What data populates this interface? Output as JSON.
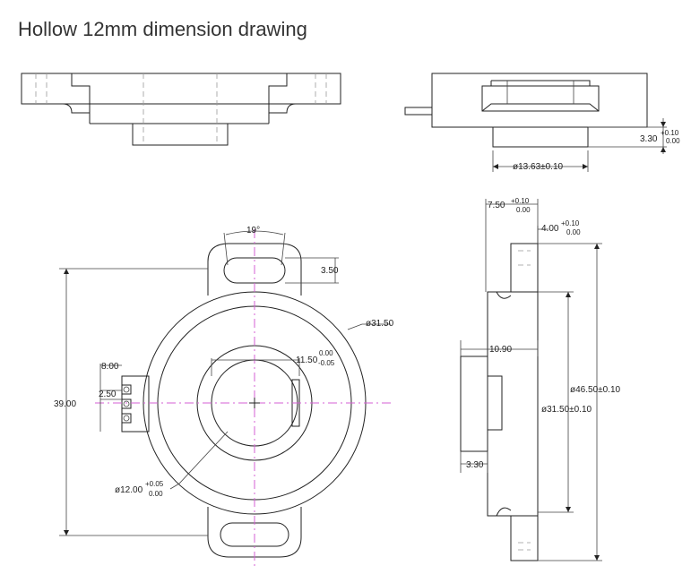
{
  "title": "Hollow 12mm dimension drawing",
  "dimensions": {
    "side_height": "3.30",
    "side_height_tol_upper": "+0.10",
    "side_height_tol_lower": "0.00",
    "bore_top": "ø13.63±0.10",
    "angle": "19°",
    "slot_offset": "3.50",
    "ring_diameter": "ø31.50",
    "inner_width": "11.50",
    "inner_width_tol_upper": "0.00",
    "inner_width_tol_lower": "-0.05",
    "connector_width": "8.00",
    "pin_pitch": "2.50",
    "overall_height": "39.00",
    "bore": "ø12.00",
    "bore_tol_upper": "+0.05",
    "bore_tol_lower": "0.00",
    "depth": "7.50",
    "depth_tol_upper": "+0.10",
    "depth_tol_lower": "0.00",
    "flange": "4.00",
    "flange_tol_upper": "+0.10",
    "flange_tol_lower": "0.00",
    "body_depth": "10.90",
    "outer_diameter": "ø46.50±0.10",
    "body_diameter": "ø31.50±0.10",
    "hub_thickness": "3.30"
  }
}
